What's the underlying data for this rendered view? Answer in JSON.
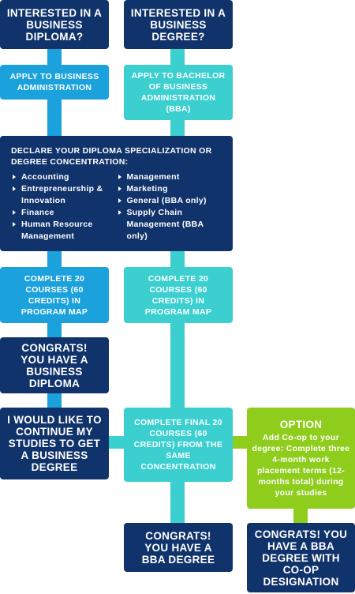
{
  "start": {
    "diploma_question": "INTERESTED IN A BUSINESS DIPLOMA?",
    "degree_question": "INTERESTED IN A BUSINESS DEGREE?"
  },
  "apply": {
    "diploma": "APPLY TO BUSINESS ADMINISTRATION",
    "degree": "APPLY TO BACHELOR OF BUSINESS ADMINISTRATION (BBA)"
  },
  "specialization": {
    "heading": "DECLARE YOUR DIPLOMA SPECIALIZATION OR DEGREE CONCENTRATION:",
    "left": [
      "Accounting",
      "Entrepreneurship & Innovation",
      "Finance",
      "Human Resource Management"
    ],
    "right": [
      "Management",
      "Marketing",
      "General (BBA only)",
      "Supply Chain Management (BBA only)"
    ]
  },
  "courses": {
    "diploma": "COMPLETE 20 COURSES (60 CREDITS) IN PROGRAM MAP",
    "degree": "COMPLETE 20 COURSES (60 CREDITS) IN PROGRAM MAP"
  },
  "diploma_result": "CONGRATS! YOU HAVE A BUSINESS DIPLOMA",
  "continue": "I WOULD LIKE TO CONTINUE MY STUDIES TO GET A BUSINESS DEGREE",
  "final_courses": "COMPLETE FINAL 20 COURSES (60 CREDITS) FROM THE SAME CONCENTRATION",
  "option": {
    "title": "OPTION",
    "text": "Add Co-op to your degree: Complete three 4-month work placement terms (12-months total) during your studies"
  },
  "bba_result": "CONGRATS! YOU HAVE A BBA DEGREE",
  "coop_result": "CONGRATS! YOU HAVE A BBA DEGREE WITH CO-OP DESIGNATION",
  "colors": {
    "navy": "#10336b",
    "blue": "#1ba1dc",
    "teal": "#3bcfd0",
    "green": "#8fcd1d"
  }
}
